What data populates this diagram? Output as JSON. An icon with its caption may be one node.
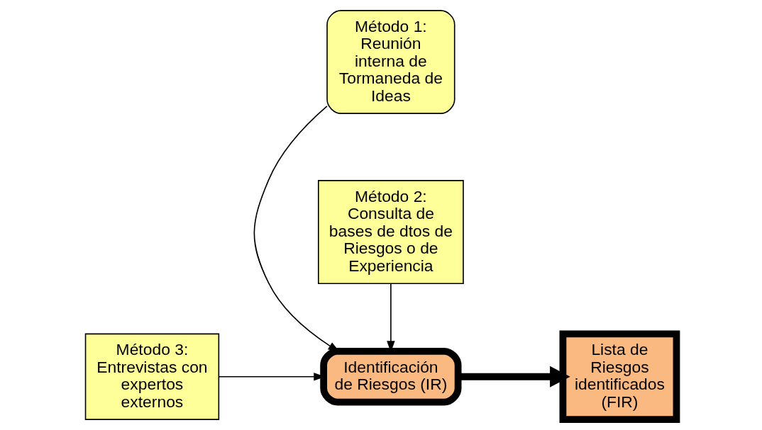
{
  "diagram": {
    "nodes": [
      {
        "text": [
          "Método 1: Reunión interna de Tormaneda de Ideas"
        ]
      },
      {
        "text": [
          "Identificación de Riesgos (IR)"
        ]
      },
      {
        "text": [
          "Lista de Riesgos identificados (FIR)"
        ]
      },
      {
        "text": [
          "Método 3: Entrevistas con expertos externos"
        ]
      },
      {
        "text": [
          "Método 2: Consulta de bases de dtos de Riesgos o de Experiencia"
        ]
      }
    ],
    "edges": [
      {
        "from": 0,
        "to": 1,
        "arrow": "to"
      },
      {
        "from": 3,
        "to": 1,
        "arrow": "to"
      },
      {
        "from": 4,
        "to": 1,
        "arrow": "to"
      },
      {
        "from": 1,
        "to": 2,
        "arrow": "to",
        "style": "thick"
      }
    ]
  }
}
